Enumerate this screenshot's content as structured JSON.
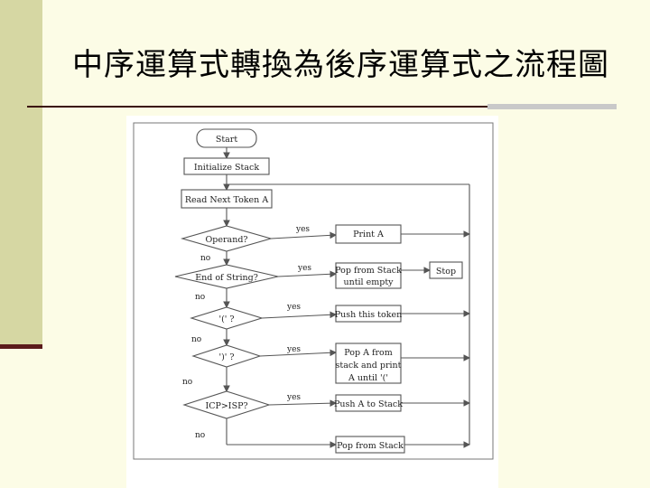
{
  "slide": {
    "title": "中序運算式轉換為後序運算式之流程圖"
  },
  "flowchart": {
    "nodes": {
      "start": "Start",
      "init": "Initialize Stack",
      "read": "Read Next Token A",
      "d_operand": "Operand?",
      "d_end": "End of String?",
      "d_lparen": "'(' ?",
      "d_rparen": "')' ?",
      "d_icp": "ICP>ISP?",
      "print": "Print A",
      "pop_empty_1": "Pop from Stack",
      "pop_empty_2": "until empty",
      "stop": "Stop",
      "push_token": "Push this token",
      "pop_until_1": "Pop A from",
      "pop_until_2": "stack and print",
      "pop_until_3": "A until '('",
      "push_a": "Push A to Stack",
      "pop_stack": "Pop from Stack"
    },
    "edge_labels": {
      "yes": "yes",
      "no": "no"
    }
  }
}
